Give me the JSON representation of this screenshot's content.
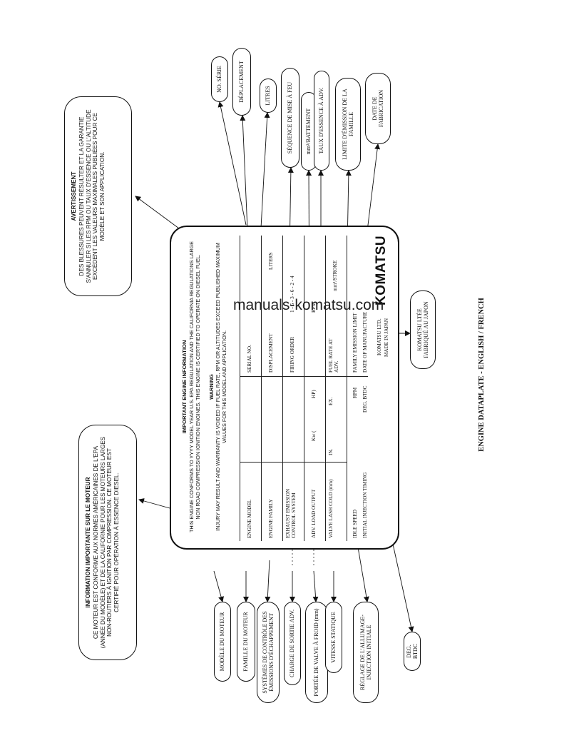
{
  "plate": {
    "header_title": "IMPORTANT ENGINE INFORMATION",
    "header_body": "THIS ENGINE CONFORMS TO YYYY MODEL YEAR U.S. EPA REGULATION AND THE CALIFORNIA REGULATIONS LARGE NON ROAD COMPRESSION IGNITION ENGINES. THIS ENGINE IS CERTIFIED TO OPERATE ON DIESEL FUEL.",
    "warning_title": "WARNING",
    "warning_body": "INJURY MAY RESULT AND WARRANTY IS VOIDED IF FUEL RATE, RPM OR ALTITUDES EXCEED PUBLISHED MAXIMUM VALUES FOR THIS MODEL AND APPLICATION.",
    "rows": {
      "engine_model": "ENGINE MODEL",
      "serial_no": "SERIAL NO.",
      "engine_family": "ENGINE FAMILY",
      "displacement": "DISPLACEMENT",
      "liters": "LITERS",
      "exhaust_emission": "EXHAUST EMISSION CONTROL SYSTEM",
      "firing_order_label": "FIRING ORDER",
      "firing_order_value": "1 - 5 - 3 - 6 - 2 - 4",
      "adv_load_output": "ADV. LOAD OUTPUT",
      "kw": "Kw (",
      "hp": "HP)",
      "rpm": "RPM",
      "valve_lash": "VALVE LASH COLD (mm)",
      "in": "IN.",
      "ex": "EX.",
      "fuel_rate": "FUEL RATE AT ADV.",
      "mm3_stroke": "mm³/STROKE",
      "idle_speed": "IDLE SPEED",
      "rpm2": "RPM",
      "family_emission": "FAMILY EMISSION LIMIT",
      "initial_injection": "INITIAL INJECTION TIMING",
      "deg_btdc": "DEG. BTDC",
      "date_manufacture": "DATE OF MANUFACTURE",
      "maker_line1": "KOMATSU LTD.",
      "maker_line2": "MADE IN JAPAN",
      "logo": "KOMATSU"
    }
  },
  "bubbles": {
    "no_serie": "NO. SÉRIE",
    "deplacement": "DÉPLACEMENT",
    "litres": "LITRES",
    "sequence": "SÉQUENCE DE MISE À FEU",
    "mm3_battement": "mm³/BATTEMENT",
    "taux": "TAUX D'ESSENCE À ADV.",
    "limite": "LIMITE D'ÉMISSION DE LA FAMILLE",
    "date_fab": "DATE DE FABRICATION",
    "komatsu_ltee": "KOMATSU LTÉE FABRIQUÉ AU JAPON",
    "modele": "MODÈLE DU MOTEUR",
    "famille": "FAMILLE DU MOTEUR",
    "systemes": "SYSTÈMES DE CONTRÔLE DES ÉMISSIONS D'ÉCHAPPEMENT",
    "charge": "CHARGE DE SORTIE ADV.",
    "portee": "PORTÉE DE VALVE À FROID (mm)",
    "vitesse": "VITESSE STATIQUE",
    "reglage": "RÉGLAGE DE L'ALLUMAGE-INJECTION INITIALE",
    "deg_btdc": "DEG. BTDC"
  },
  "boxes": {
    "avertissement_title": "AVERTISSEMENT",
    "avertissement_body": "DES BLESSURES PEUVENT RÉSULTER ET LA GARANTIE S'ANNULER SI LES RPM OU TAUX D'ESSENCE OU L'ALTITUDE EXCÈDENT LES VALEURS MAXIMALES PUBLIÉES POUR CE MODÈLE ET SON APPLICATION.",
    "info_title": "INFORMATION IMPORTANTE SUR LE MOTEUR",
    "info_body": "CE MOTEUR EST CONFORME AUX NORMES AMÉRICAINES DE L'EPA (ANNÉE DU MODÈLE) ET DE LA CALIFORNIE POUR LES MOTEURS LARGES NON-ROUTIERS À IGNITION PAR COMPRESSION. CE MOTEUR EST CERTIFIÉ POUR OPÉRATION À ESSENCE DIESEL."
  },
  "caption": "ENGINE DATAPLATE - ENGLISH / FRENCH",
  "watermark": "manuals-komatsu.com"
}
